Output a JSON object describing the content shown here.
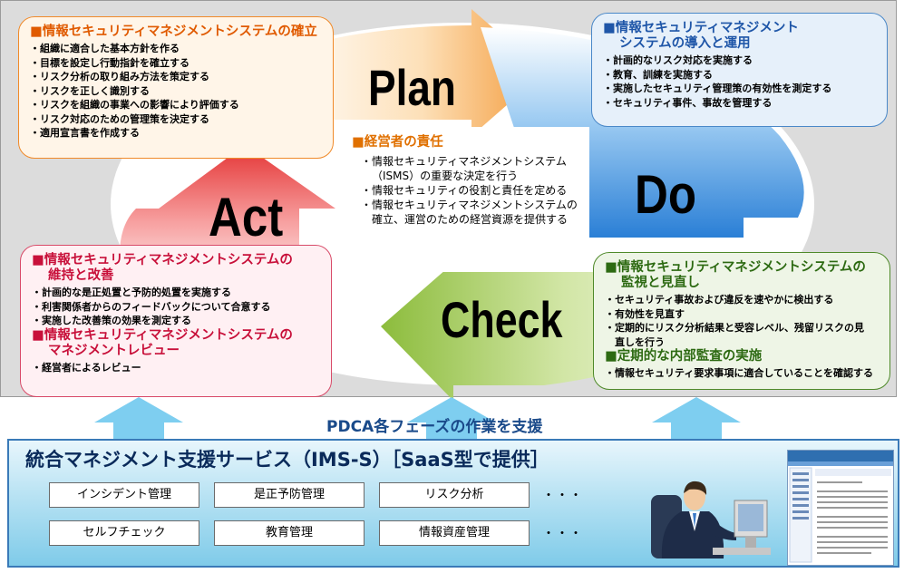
{
  "phases": {
    "plan": "Plan",
    "do": "Do",
    "check": "Check",
    "act": "Act"
  },
  "plan_box": {
    "heading": "情報セキュリティマネジメントシステムの確立",
    "items": [
      "組織に適合した基本方針を作る",
      "目標を設定し行動指針を確立する",
      "リスク分析の取り組み方法を策定する",
      "リスクを正しく識別する",
      "リスクを組織の事業への影響により評価する",
      "リスク対応のための管理策を決定する",
      "適用宣言書を作成する"
    ]
  },
  "do_box": {
    "heading_line1": "情報セキュリティマネジメント",
    "heading_line2": "システムの導入と運用",
    "items": [
      "計画的なリスク対応を実施する",
      "教育、訓練を実施する",
      "実施したセキュリティ管理策の有効性を測定する",
      "セキュリティ事件、事故を管理する"
    ]
  },
  "check_box": {
    "heading_line1": "情報セキュリティマネジメントシステムの",
    "heading_line2": "監視と見直し",
    "items": [
      "セキュリティ事故および違反を速やかに検出する",
      "有効性を見直す",
      "定期的にリスク分析結果と受容レベル、残留リスクの見",
      "直しを行う"
    ],
    "heading2": "定期的な内部監査の実施",
    "items2": [
      "情報セキュリティ要求事項に適合していることを確認する"
    ]
  },
  "act_box": {
    "heading_line1": "情報セキュリティマネジメントシステムの",
    "heading_line2": "維持と改善",
    "items": [
      "計画的な是正処置と予防的処置を実施する",
      "利害関係者からのフィードバックについて合意する",
      "実施した改善策の効果を測定する"
    ],
    "heading2_line1": "情報セキュリティマネジメントシステムの",
    "heading2_line2": "マネジメントレビュー",
    "items2": [
      "経営者によるレビュー"
    ]
  },
  "center": {
    "heading": "経営者の責任",
    "items": [
      "情報セキュリティマネジメントシステム（ISMS）の重要な決定を行う",
      "情報セキュリティの役割と責任を定める",
      "情報セキュリティマネジメントシステムの確立、運営のための経営資源を提供する"
    ]
  },
  "support_text": "PDCA各フェーズの作業を支援",
  "service": {
    "title": "統合マネジメント支援サービス（IMS-S）［SaaS型で提供］",
    "row1": [
      "インシデント管理",
      "是正予防管理",
      "リスク分析"
    ],
    "row2": [
      "セルフチェック",
      "教育管理",
      "情報資産管理"
    ],
    "ellipsis": "・・・"
  },
  "colors": {
    "plan": "#f08a2a",
    "do": "#2e86d8",
    "check": "#8ab83a",
    "act": "#e83a3a",
    "support_arrow": "#7ecef0"
  }
}
